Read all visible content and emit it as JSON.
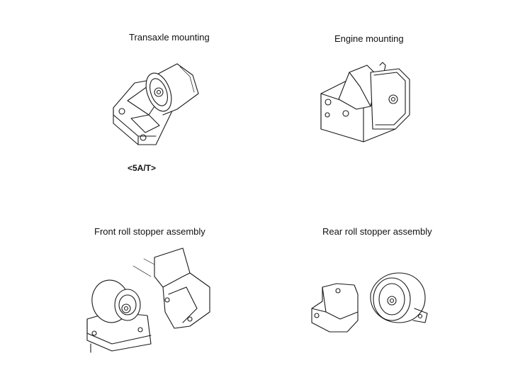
{
  "parts": {
    "transaxle": {
      "title": "Transaxle mounting",
      "note": "<5A/T>"
    },
    "engine": {
      "title": "Engine mounting"
    },
    "front_roll": {
      "title": "Front roll stopper assembly"
    },
    "rear_roll": {
      "title": "Rear roll stopper assembly"
    }
  }
}
